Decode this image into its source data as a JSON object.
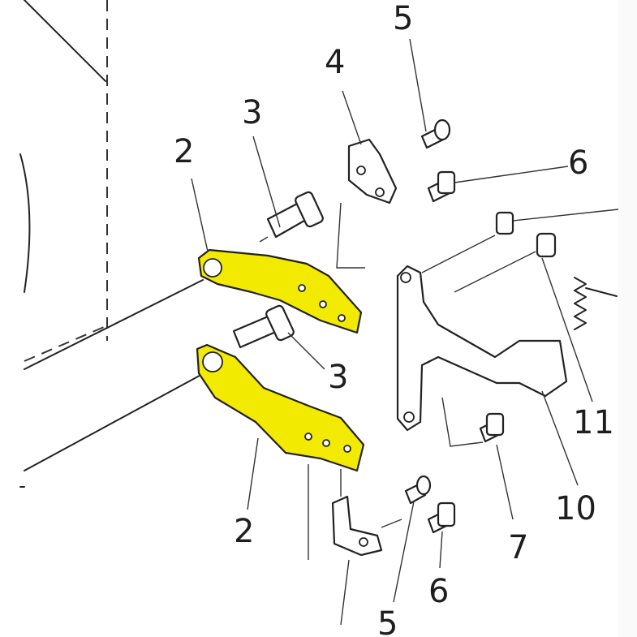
{
  "callouts": {
    "c2_top": "2",
    "c3_top": "3",
    "c4": "4",
    "c5_top": "5",
    "c6_top": "6",
    "c3_mid": "3",
    "c11": "11",
    "c10": "10",
    "c7": "7",
    "c2_bottom": "2",
    "c6_bottom": "6",
    "c5_bottom": "5"
  },
  "colors": {
    "highlight": "#f2ea00",
    "line": "#222222",
    "paper_bg": "#ffffff"
  }
}
